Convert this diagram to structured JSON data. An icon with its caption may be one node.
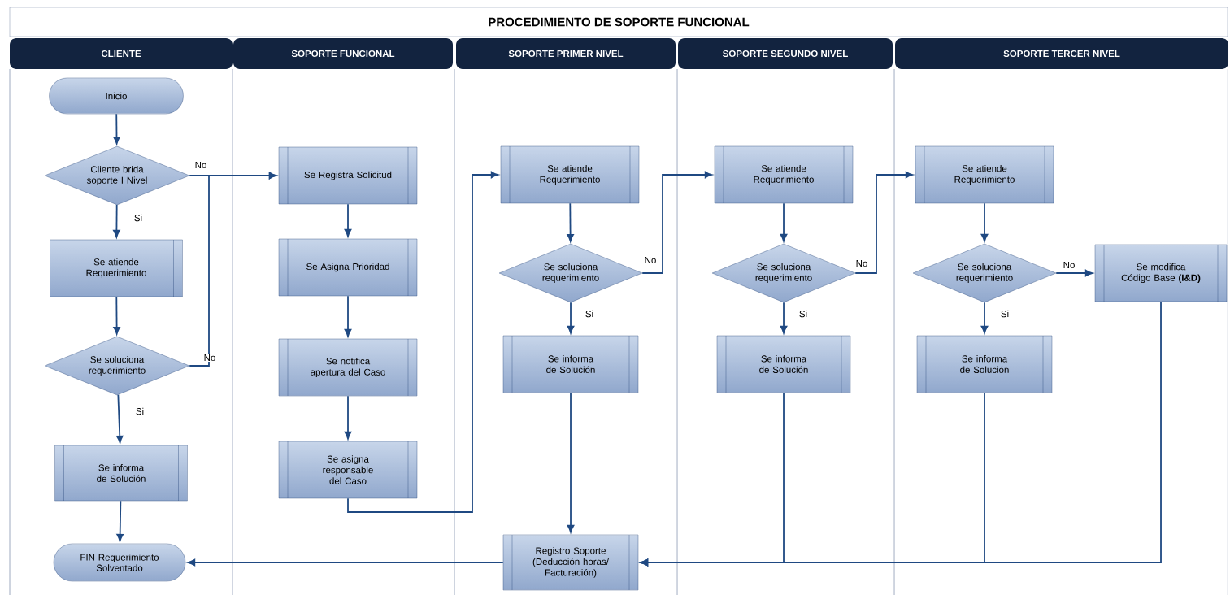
{
  "diagram": {
    "title": "PROCEDIMIENTO DE SOPORTE FUNCIONAL",
    "nodes": [
      {
        "text": [
          "CLIENTE"
        ]
      },
      {
        "text": [
          "SOPORTE FUNCIONAL"
        ]
      },
      {
        "text": [
          "SOPORTE PRIMER NIVEL"
        ]
      },
      {
        "text": [
          "SOPORTE SEGUNDO NIVEL"
        ]
      },
      {
        "text": [
          "SOPORTE TERCER NIVEL"
        ]
      },
      {
        "text": [
          "Inicio"
        ]
      },
      {
        "text": [
          "Cliente brida soporte I Nivel"
        ]
      },
      {
        "text": [
          "Se atiende Requerimiento"
        ]
      },
      {
        "text": [
          "Se soluciona requerimiento"
        ]
      },
      {
        "text": [
          "Se informa de Solución"
        ]
      },
      {
        "text": [
          "FIN Requerimiento Solventado"
        ]
      },
      {
        "text": [
          "Se Registra Solicitud"
        ]
      },
      {
        "text": [
          "Se Asigna Prioridad"
        ]
      },
      {
        "text": [
          "Se notifica apertura del Caso"
        ]
      },
      {
        "text": [
          "Se asigna responsable del Caso"
        ]
      },
      {
        "text": [
          "Se atiende Requerimiento"
        ]
      },
      {
        "text": [
          "Se soluciona requerimiento"
        ]
      },
      {
        "text": [
          "Se informa de Solución"
        ]
      },
      {
        "text": [
          "Registro Soporte (Deducción horas/ Facturación)"
        ]
      },
      {
        "text": [
          "Se atiende Requerimiento"
        ]
      },
      {
        "text": [
          "Se soluciona requerimiento"
        ]
      },
      {
        "text": [
          "Se informa de Solución"
        ]
      },
      {
        "text": [
          "Se atiende Requerimiento"
        ]
      },
      {
        "text": [
          "Se soluciona requerimiento"
        ]
      },
      {
        "text": [
          "Se informa de Solución"
        ]
      },
      {
        "text": [
          "Se modifica Código Base **(I&D)**"
        ]
      }
    ],
    "edges": [
      {
        "from": 5,
        "to": 6,
        "arrow": "to"
      },
      {
        "from": 6,
        "to": 11,
        "arrow": "to",
        "label": "No"
      },
      {
        "from": 6,
        "to": 7,
        "arrow": "to",
        "label": "Si"
      },
      {
        "from": 7,
        "to": 8,
        "arrow": "to"
      },
      {
        "from": 8,
        "to": 11,
        "arrow": "to",
        "label": "No"
      },
      {
        "from": 8,
        "to": 9,
        "arrow": "to",
        "label": "Si"
      },
      {
        "from": 9,
        "to": 10,
        "arrow": "to"
      },
      {
        "from": 11,
        "to": 12,
        "arrow": "to"
      },
      {
        "from": 12,
        "to": 13,
        "arrow": "to"
      },
      {
        "from": 13,
        "to": 14,
        "arrow": "to"
      },
      {
        "from": 14,
        "to": 15,
        "arrow": "to"
      },
      {
        "from": 15,
        "to": 16,
        "arrow": "to"
      },
      {
        "from": 16,
        "to": 19,
        "arrow": "to",
        "label": "No"
      },
      {
        "from": 16,
        "to": 17,
        "arrow": "to",
        "label": "Si"
      },
      {
        "from": 17,
        "to": 18,
        "arrow": "to"
      },
      {
        "from": 19,
        "to": 20,
        "arrow": "to"
      },
      {
        "from": 20,
        "to": 22,
        "arrow": "to",
        "label": "No"
      },
      {
        "from": 20,
        "to": 21,
        "arrow": "to",
        "label": "Si"
      },
      {
        "from": 21,
        "to": 18,
        "arrow": "to"
      },
      {
        "from": 22,
        "to": 23,
        "arrow": "to"
      },
      {
        "from": 23,
        "to": 25,
        "arrow": "to",
        "label": "No"
      },
      {
        "from": 23,
        "to": 24,
        "arrow": "to",
        "label": "Si"
      },
      {
        "from": 24,
        "to": 18,
        "arrow": "to"
      },
      {
        "from": 25,
        "to": 18,
        "arrow": "to"
      },
      {
        "from": 18,
        "to": 10,
        "arrow": "to"
      }
    ]
  }
}
